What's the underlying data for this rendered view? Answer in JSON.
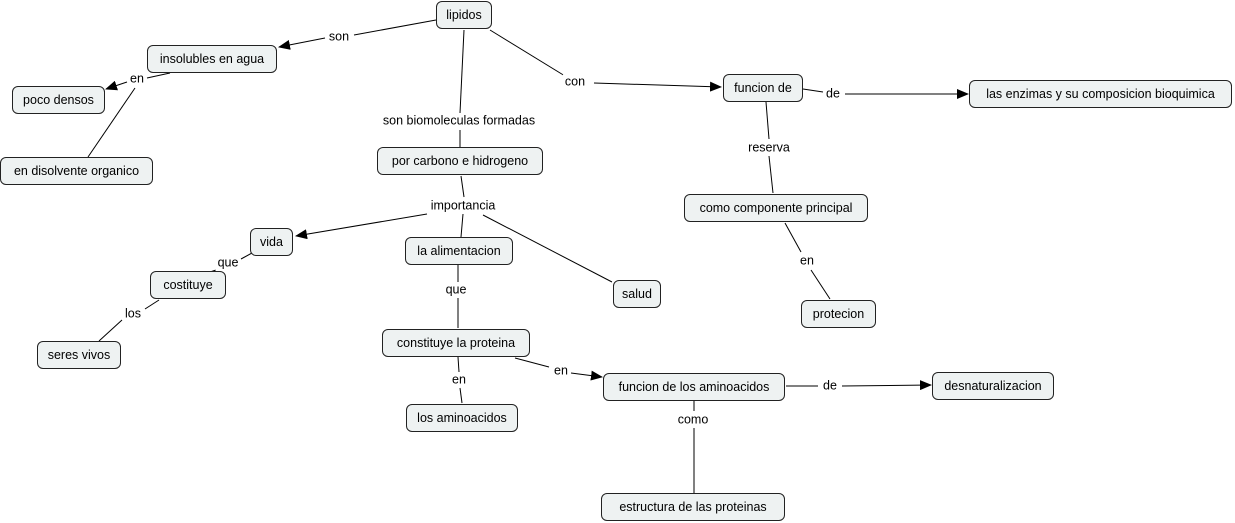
{
  "concepts": {
    "lipidos": "lipidos",
    "insolubles": "insolubles en agua",
    "poco_densos": "poco densos",
    "disolvente": "en disolvente organico",
    "funcion_de": "funcion de",
    "enzimas": "las enzimas y su composicion bioquimica",
    "carbono": "por carbono e hidrogeno",
    "componente": "como componente principal",
    "vida": "vida",
    "alimentacion": "la alimentacion",
    "costituye": "costituye",
    "salud": "salud",
    "proteccion": "protecion",
    "seres_vivos": "seres vivos",
    "constituye": "constituye la proteina",
    "funcion_aminoacidos": "funcion de los aminoacidos",
    "desnaturalizacion": "desnaturalizacion",
    "aminoacidos": "los aminoacidos",
    "estructura": "estructura de las  proteinas"
  },
  "links": {
    "son": "son",
    "en_1": "en",
    "con": "con",
    "de_1": "de",
    "formadas": "son biomoleculas formadas",
    "reserva": "reserva",
    "importancia": "importancia",
    "en_2": "en",
    "que_1": "que",
    "que_2": "que",
    "los": "los",
    "en_3": "en",
    "en_4": "en",
    "de_2": "de",
    "como": "como"
  },
  "colors": {
    "node_fill": "#eef2f2",
    "node_border": "#222222",
    "line": "#000000"
  }
}
